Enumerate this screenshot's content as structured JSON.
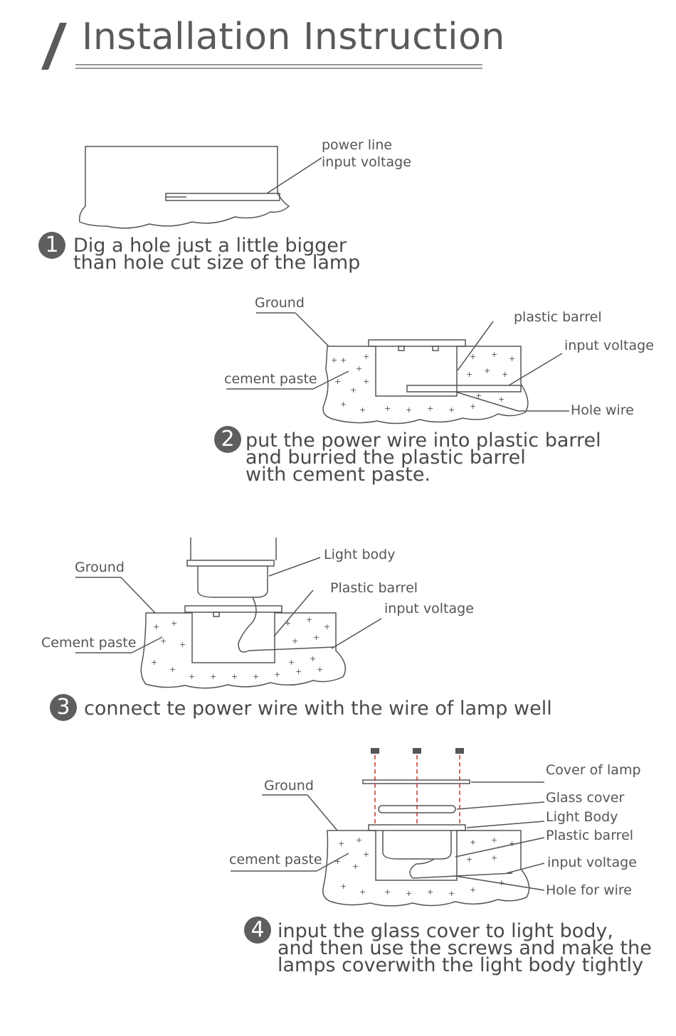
{
  "title": "Installation Instruction",
  "steps": [
    {
      "number": "1",
      "lines": [
        "Dig a hole just a little bigger",
        "than hole cut size of the lamp"
      ]
    },
    {
      "number": "2",
      "lines": [
        "put the power wire into plastic barrel",
        "and burried the plastic barrel",
        "with cement paste."
      ]
    },
    {
      "number": "3",
      "lines": [
        "connect te power wire with the wire of lamp well"
      ]
    },
    {
      "number": "4",
      "lines": [
        "input the glass cover to light body,",
        "and then use the screws and make the",
        "lamps coverwith the light body tightly"
      ]
    }
  ],
  "diagram1": {
    "power_line": "power line",
    "input_voltage": "input voltage"
  },
  "diagram2": {
    "ground": "Ground",
    "plastic_barrel": "plastic barrel",
    "input_voltage": "input voltage",
    "cement_paste": "cement paste",
    "hole_wire": "Hole wire"
  },
  "diagram3": {
    "light_body": "Light body",
    "ground": "Ground",
    "plastic_barrel": "Plastic barrel",
    "input_voltage": "input voltage",
    "cement_paste": "Cement paste"
  },
  "diagram4": {
    "cover_of_lamp": "Cover of lamp",
    "ground": "Ground",
    "glass_cover": "Glass cover",
    "light_body": "Light Body",
    "plastic_barrel": "Plastic barrel",
    "cement_paste": "cement paste",
    "input_voltage": "input voltage",
    "hole_for_wire": "Hole for wire"
  },
  "colors": {
    "text": "#4a4a4a",
    "badge": "#5e5e5e",
    "screw_line": "#c0392b",
    "line": "#555555"
  }
}
